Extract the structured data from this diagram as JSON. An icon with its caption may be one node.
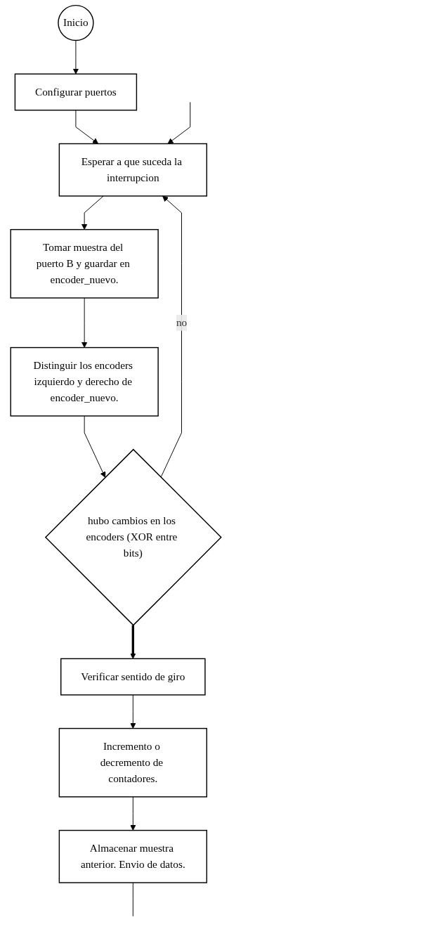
{
  "diagram": {
    "nodes": [
      {
        "text": [
          "Inicio"
        ]
      },
      {
        "text": [
          "Configurar puertos"
        ]
      },
      {
        "text": [
          "Esperar a que suceda la interrupcion"
        ]
      },
      {
        "text": [
          "Tomar muestra del puerto B y guardar en encoder_nuevo."
        ]
      },
      {
        "text": [
          "Distinguir los encoders izquierdo y derecho de encoder_nuevo."
        ]
      },
      {
        "text": [
          "hubo cambios en los encoders (XOR entre bits)"
        ]
      },
      {
        "text": [
          "Verificar sentido de giro"
        ]
      },
      {
        "text": [
          "Incremento o decremento de contadores."
        ]
      },
      {
        "text": [
          "Almacenar muestra anterior. Envio de datos."
        ]
      }
    ],
    "edges": [
      {
        "from": 0,
        "to": 1,
        "arrow": "to"
      },
      {
        "from": 1,
        "to": 2,
        "arrow": "to"
      },
      {
        "from": 2,
        "to": 3,
        "arrow": "to"
      },
      {
        "from": 3,
        "to": 4,
        "arrow": "to"
      },
      {
        "from": 4,
        "to": 5,
        "arrow": "to"
      },
      {
        "from": 5,
        "to": 6,
        "arrow": "to",
        "style": "thick"
      },
      {
        "from": 5,
        "to": 2,
        "arrow": "to",
        "label": "no"
      },
      {
        "from": 6,
        "to": 7,
        "arrow": "to"
      },
      {
        "from": 7,
        "to": 8,
        "arrow": "to"
      },
      {
        "from": 8,
        "to": null,
        "arrow": "none"
      },
      {
        "from": null,
        "to": 2,
        "arrow": "to"
      }
    ]
  }
}
